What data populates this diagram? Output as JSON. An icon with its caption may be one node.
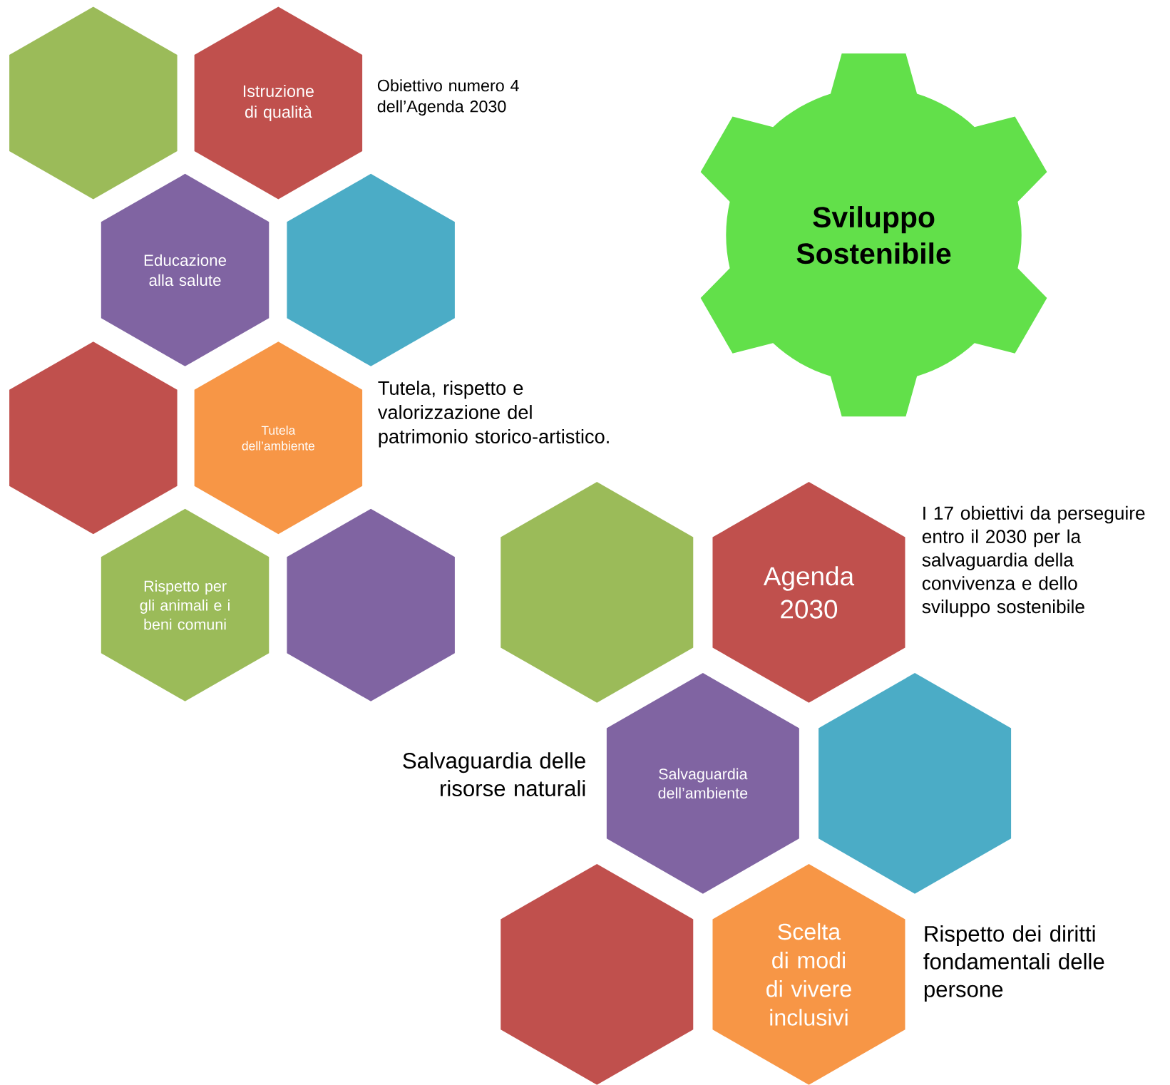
{
  "diagram": {
    "nodes": [
      {
        "text": [],
        "shape": "hexagon"
      },
      {
        "text": [
          "Istruzione di qualità"
        ],
        "beside": [
          "Obiettivo numero 4 dell’Agenda 2030"
        ]
      },
      {
        "text": [
          "Educazione alla salute"
        ]
      },
      {
        "text": [],
        "shape": "hexagon"
      },
      {
        "text": [],
        "shape": "hexagon"
      },
      {
        "text": [
          "Tutela dell’ambiente"
        ],
        "beside": [
          "Tutela, rispetto e valorizzazione del patrimonio storico-artistico."
        ]
      },
      {
        "text": [
          "Rispetto per gli animali e i beni comuni"
        ]
      },
      {
        "text": [],
        "shape": "hexagon"
      },
      {
        "text": [
          "Sviluppo Sostenibile"
        ]
      },
      {
        "text": [],
        "shape": "hexagon"
      },
      {
        "text": [
          "Agenda 2030"
        ],
        "beside": [
          "I 17 obiettivi da perseguire entro il 2030 per la salvaguardia della convivenza  e dello sviluppo sostenibile"
        ]
      },
      {
        "text": [
          "Salvaguardia dell’ambiente"
        ],
        "beside": [
          "Salvaguardia delle risorse naturali"
        ]
      },
      {
        "text": [],
        "shape": "hexagon"
      },
      {
        "text": [],
        "shape": "hexagon"
      },
      {
        "text": [
          "Scelta di modi di vivere inclusivi"
        ],
        "beside": [
          "Rispetto dei diritti fondamentali delle persone"
        ]
      }
    ]
  }
}
